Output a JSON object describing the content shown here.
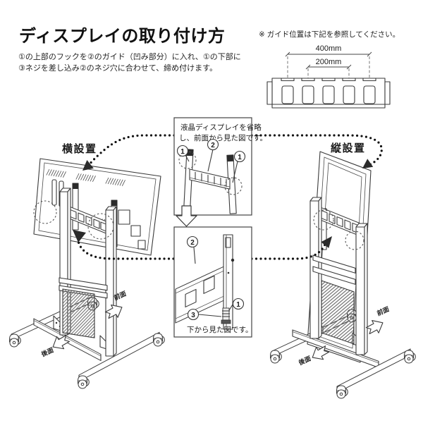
{
  "colors": {
    "line": "#3a3a3a",
    "accent": "#222222",
    "background": "#ffffff"
  },
  "header": {
    "title": "ディスプレイの取り付け方",
    "instructions": [
      "①の上部のフックを②のガイド（凹み部分）に入れ、①の下部に",
      "③ネジを差し込み②のネジ穴に合わせて、締め付けます。"
    ],
    "note": "※ ガイド位置は下記を参照してください。"
  },
  "guide_diagram": {
    "outer_dimension": "400mm",
    "inner_dimension": "200mm"
  },
  "stands": {
    "landscape": {
      "label": "横設置",
      "front": "前面",
      "rear": "後面"
    },
    "portrait": {
      "label": "縦設置",
      "front": "前面",
      "rear": "後面"
    }
  },
  "insets": {
    "front_view": {
      "caption_line1": "液晶ディスプレイを省略",
      "caption_line2": "し、前面から見た図です。",
      "callout_hook_left": "1",
      "callout_guide": "2",
      "callout_hook_right": "1"
    },
    "bottom_view": {
      "caption": "下から見た図です。",
      "callout_guide": "2",
      "callout_bracket": "1",
      "callout_screw": "3"
    }
  }
}
